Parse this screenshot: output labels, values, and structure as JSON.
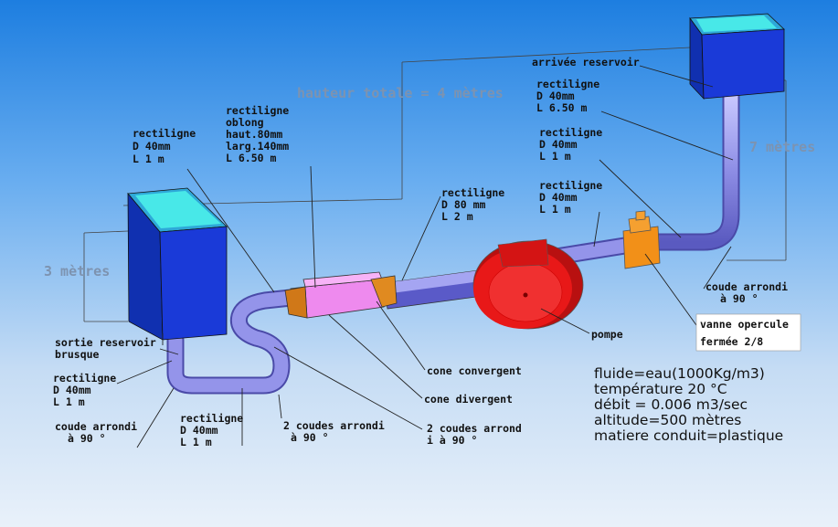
{
  "dimensions": {
    "total_height": "hauteur totale = 4 mètres",
    "left_height": "3 mètres",
    "right_height": "7 mètres"
  },
  "labels": {
    "rect_1m_top": [
      "rectiligne",
      "D 40mm",
      "L 1 m"
    ],
    "rect_oblong": [
      "rectiligne",
      "oblong",
      "haut.80mm",
      "larg.140mm",
      "L 6.50 m"
    ],
    "rect_80": [
      "rectiligne",
      "D 80 mm",
      "L 2 m"
    ],
    "arrival": "arrivée reservoir",
    "rect_650": [
      "rectiligne",
      "D 40mm",
      "L 6.50 m"
    ],
    "rect_1m_right_a": [
      "rectiligne",
      "D 40mm",
      "L 1 m"
    ],
    "rect_1m_right_b": [
      "rectiligne",
      "D 40mm",
      "L 1 m"
    ],
    "sortie": [
      "sortie reservoir",
      "brusque"
    ],
    "rect_1m_left": [
      "rectiligne",
      "D 40mm",
      "L 1 m"
    ],
    "coude_left": [
      "coude arrondi",
      "à 90 °"
    ],
    "rect_1m_bottom": [
      "rectiligne",
      "D 40mm",
      "L 1 m"
    ],
    "deux_coudes_a": [
      "2 coudes arrondi",
      "à 90 °"
    ],
    "deux_coudes_b": [
      "2 coudes arrond",
      "i à 90 °"
    ],
    "cone_convergent": "cone convergent",
    "cone_divergent": "cone divergent",
    "pompe": "pompe",
    "vanne": [
      "vanne opercule",
      "fermée 2/8"
    ],
    "coude_right": [
      "coude arrondi",
      "à 90 °"
    ]
  },
  "fluid_info": [
    "fluide=eau(1000Kg/m3)",
    "température 20 °C",
    "débit = 0.006 m3/sec",
    "altitude=500 mètres",
    "matiere conduit=plastique"
  ],
  "colors": {
    "background_top": "#1e7fe0",
    "background_bottom": "#e9f1fa",
    "tank_blue": "#1a3ad8",
    "water": "#40e0e0",
    "pipe": "#8f8fe6",
    "pump": "#e81818",
    "valve": "#f29018",
    "cone": "#ee8aee"
  }
}
